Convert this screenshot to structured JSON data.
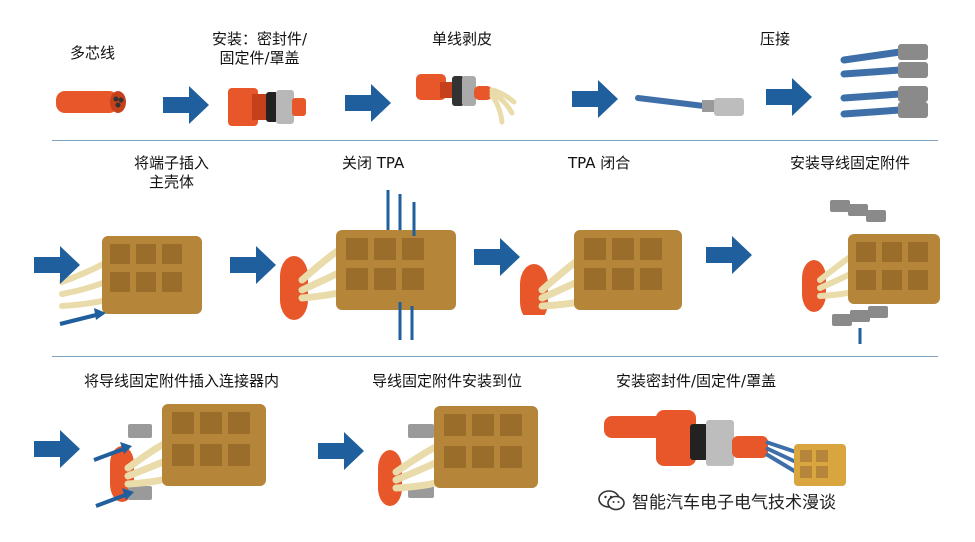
{
  "row1": {
    "step1": "多芯线",
    "step2_line1": "安装：密封件/",
    "step2_line2": "固定件/罩盖",
    "step3": "单线剥皮",
    "step4": "压接"
  },
  "row2": {
    "step1_line1": "将端子插入",
    "step1_line2": "主壳体",
    "step2": "关闭 TPA",
    "step3": "TPA 闭合",
    "step4": "安装导线固定附件"
  },
  "row3": {
    "step1": "将导线固定附件插入连接器内",
    "step2": "导线固定附件安装到位",
    "step3": "安装密封件/固定件/罩盖"
  },
  "watermark": "智能汽车电子电气技术漫谈",
  "colors": {
    "arrow": "#1f5f9e",
    "cable": "#e8572a",
    "housing": "#b5863a",
    "wire": "#e9dcaa",
    "terminal": "#8a8a8a",
    "divider": "#7fa3c2"
  }
}
